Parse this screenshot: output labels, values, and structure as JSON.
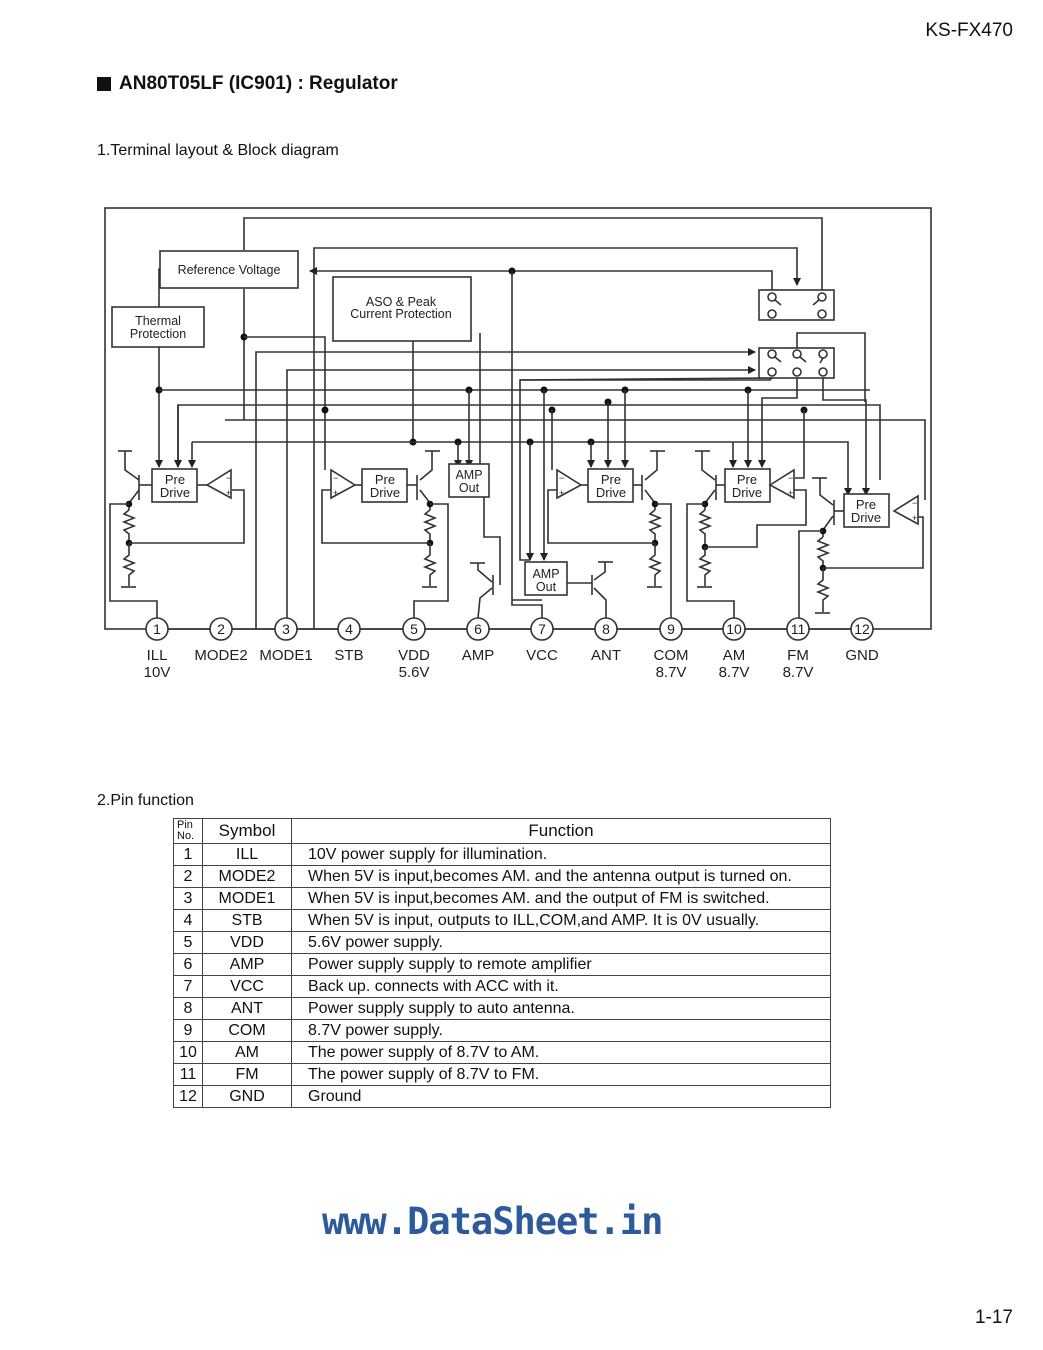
{
  "header": {
    "model": "KS-FX470"
  },
  "title": "AN80T05LF (IC901) : Regulator",
  "section1": "1.Terminal layout & Block diagram",
  "section2": "2.Pin function",
  "diagram": {
    "blocks": {
      "reference_voltage": "Reference Voltage",
      "thermal_line1": "Thermal",
      "thermal_line2": "Protection",
      "aso_line1": "ASO & Peak",
      "aso_line2": "Current Protection",
      "pre": "Pre",
      "drive": "Drive",
      "amp": "AMP",
      "out": "Out",
      "minus": "−",
      "plus": "+"
    },
    "pins": [
      {
        "num": "1",
        "name": "ILL",
        "volt": "10V"
      },
      {
        "num": "2",
        "name": "MODE2",
        "volt": ""
      },
      {
        "num": "3",
        "name": "MODE1",
        "volt": ""
      },
      {
        "num": "4",
        "name": "STB",
        "volt": ""
      },
      {
        "num": "5",
        "name": "VDD",
        "volt": "5.6V"
      },
      {
        "num": "6",
        "name": "AMP",
        "volt": ""
      },
      {
        "num": "7",
        "name": "VCC",
        "volt": ""
      },
      {
        "num": "8",
        "name": "ANT",
        "volt": ""
      },
      {
        "num": "9",
        "name": "COM",
        "volt": "8.7V"
      },
      {
        "num": "10",
        "name": "AM",
        "volt": "8.7V"
      },
      {
        "num": "11",
        "name": "FM",
        "volt": "8.7V"
      },
      {
        "num": "12",
        "name": "GND",
        "volt": ""
      }
    ]
  },
  "table": {
    "headers": {
      "pin": "Pin No.",
      "symbol": "Symbol",
      "function": "Function"
    },
    "rows": [
      {
        "pin": "1",
        "symbol": "ILL",
        "function": "10V power supply for illumination."
      },
      {
        "pin": "2",
        "symbol": "MODE2",
        "function": "When 5V is input,becomes AM. and the antenna output is turned on."
      },
      {
        "pin": "3",
        "symbol": "MODE1",
        "function": "When 5V is input,becomes AM. and the output of FM is switched."
      },
      {
        "pin": "4",
        "symbol": "STB",
        "function": "When 5V is input, outputs to ILL,COM,and AMP. It is 0V usually."
      },
      {
        "pin": "5",
        "symbol": "VDD",
        "function": "5.6V power supply."
      },
      {
        "pin": "6",
        "symbol": "AMP",
        "function": "Power supply supply to remote amplifier"
      },
      {
        "pin": "7",
        "symbol": "VCC",
        "function": "Back up. connects with ACC with it."
      },
      {
        "pin": "8",
        "symbol": "ANT",
        "function": "Power supply supply to auto antenna."
      },
      {
        "pin": "9",
        "symbol": "COM",
        "function": "8.7V power supply."
      },
      {
        "pin": "10",
        "symbol": "AM",
        "function": "The power supply of 8.7V to AM."
      },
      {
        "pin": "11",
        "symbol": "FM",
        "function": "The power supply of 8.7V to FM."
      },
      {
        "pin": "12",
        "symbol": "GND",
        "function": "Ground"
      }
    ]
  },
  "watermark": "www.DataSheet.in",
  "footer": {
    "page": "1-17"
  },
  "colors": {
    "watermark": "#2d5a9b",
    "ink": "#333333"
  }
}
